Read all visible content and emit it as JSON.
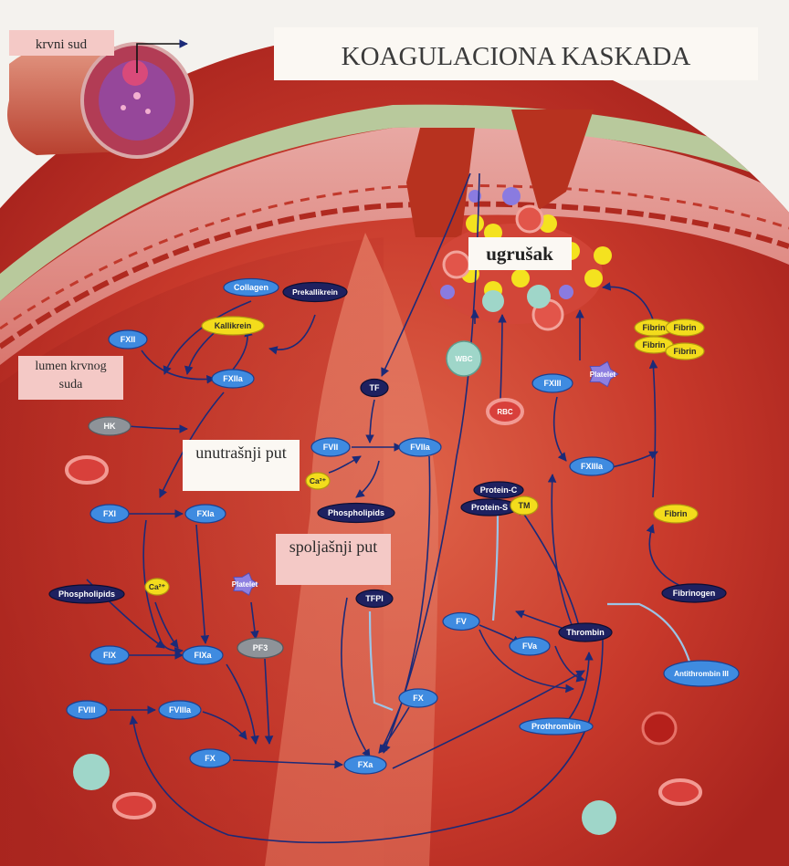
{
  "title": "KOAGULACIONA KASKADA",
  "labels": {
    "vessel": "krvni sud",
    "lumen": "lumen krvnog suda",
    "clot": "ugrušak",
    "intrinsic": "unutrašnji put",
    "extrinsic": "spoljašnji put"
  },
  "nodes": [
    {
      "id": "collagen",
      "text": "Collagen",
      "kind": "blue"
    },
    {
      "id": "prekallikrein",
      "text": "Prekallikrein",
      "kind": "navy"
    },
    {
      "id": "kallikrein",
      "text": "Kallikrein",
      "kind": "yellow"
    },
    {
      "id": "fxii",
      "text": "FXII",
      "kind": "blue"
    },
    {
      "id": "fxiia",
      "text": "FXIIa",
      "kind": "blue"
    },
    {
      "id": "hk",
      "text": "HK",
      "kind": "gray"
    },
    {
      "id": "fxi",
      "text": "FXI",
      "kind": "blue"
    },
    {
      "id": "fxia",
      "text": "FXIa",
      "kind": "blue"
    },
    {
      "id": "phospholipids1",
      "text": "Phospholipids",
      "kind": "navy"
    },
    {
      "id": "ca1",
      "text": "Ca²⁺",
      "kind": "yellow"
    },
    {
      "id": "platelet1",
      "text": "Platelet",
      "kind": "platelet"
    },
    {
      "id": "pf3",
      "text": "PF3",
      "kind": "gray"
    },
    {
      "id": "fix",
      "text": "FIX",
      "kind": "blue"
    },
    {
      "id": "fixa",
      "text": "FIXa",
      "kind": "blue"
    },
    {
      "id": "fviii",
      "text": "FVIII",
      "kind": "blue"
    },
    {
      "id": "fviiia",
      "text": "FVIIIa",
      "kind": "blue"
    },
    {
      "id": "fx1",
      "text": "FX",
      "kind": "blue"
    },
    {
      "id": "fxa",
      "text": "FXa",
      "kind": "blue"
    },
    {
      "id": "tf",
      "text": "TF",
      "kind": "navy"
    },
    {
      "id": "fvii",
      "text": "FVII",
      "kind": "blue"
    },
    {
      "id": "fviia",
      "text": "FVIIa",
      "kind": "blue"
    },
    {
      "id": "ca2",
      "text": "Ca²⁺",
      "kind": "yellow"
    },
    {
      "id": "phospholipids2",
      "text": "Phospholipids",
      "kind": "navy"
    },
    {
      "id": "tfpi",
      "text": "TFPI",
      "kind": "navy"
    },
    {
      "id": "fx2",
      "text": "FX",
      "kind": "blue"
    },
    {
      "id": "wbc",
      "text": "WBC",
      "kind": "wbc"
    },
    {
      "id": "rbc",
      "text": "RBC",
      "kind": "rbc"
    },
    {
      "id": "fxiii",
      "text": "FXIII",
      "kind": "blue"
    },
    {
      "id": "platelet2",
      "text": "Platelet",
      "kind": "platelet"
    },
    {
      "id": "fxiiia",
      "text": "FXIIIa",
      "kind": "blue"
    },
    {
      "id": "fibrin_c1",
      "text": "Fibrin",
      "kind": "yellow"
    },
    {
      "id": "fibrin_c2",
      "text": "Fibrin",
      "kind": "yellow"
    },
    {
      "id": "fibrin_c3",
      "text": "Fibrin",
      "kind": "yellow"
    },
    {
      "id": "fibrin_c4",
      "text": "Fibrin",
      "kind": "yellow"
    },
    {
      "id": "proteinc",
      "text": "Protein-C",
      "kind": "navy"
    },
    {
      "id": "proteins",
      "text": "Protein-S",
      "kind": "navy"
    },
    {
      "id": "tm",
      "text": "TM",
      "kind": "yellow"
    },
    {
      "id": "fibrin",
      "text": "Fibrin",
      "kind": "yellow"
    },
    {
      "id": "fibrinogen",
      "text": "Fibrinogen",
      "kind": "navy"
    },
    {
      "id": "fv",
      "text": "FV",
      "kind": "blue"
    },
    {
      "id": "fva",
      "text": "FVa",
      "kind": "blue"
    },
    {
      "id": "thrombin",
      "text": "Thrombin",
      "kind": "navy"
    },
    {
      "id": "antithrombin",
      "text": "Antithrombin III",
      "kind": "blue"
    },
    {
      "id": "prothrombin",
      "text": "Prothrombin",
      "kind": "blue"
    }
  ],
  "colors": {
    "blue": "#3f8be0",
    "navy": "#1e2160",
    "yellow": "#f3dc1c",
    "gray": "#8e9399",
    "arrow": "#1b2a78",
    "inhibit": "#9cc4e6",
    "tissue_red": "#b52a22",
    "lumen_red": "#c9392c"
  }
}
